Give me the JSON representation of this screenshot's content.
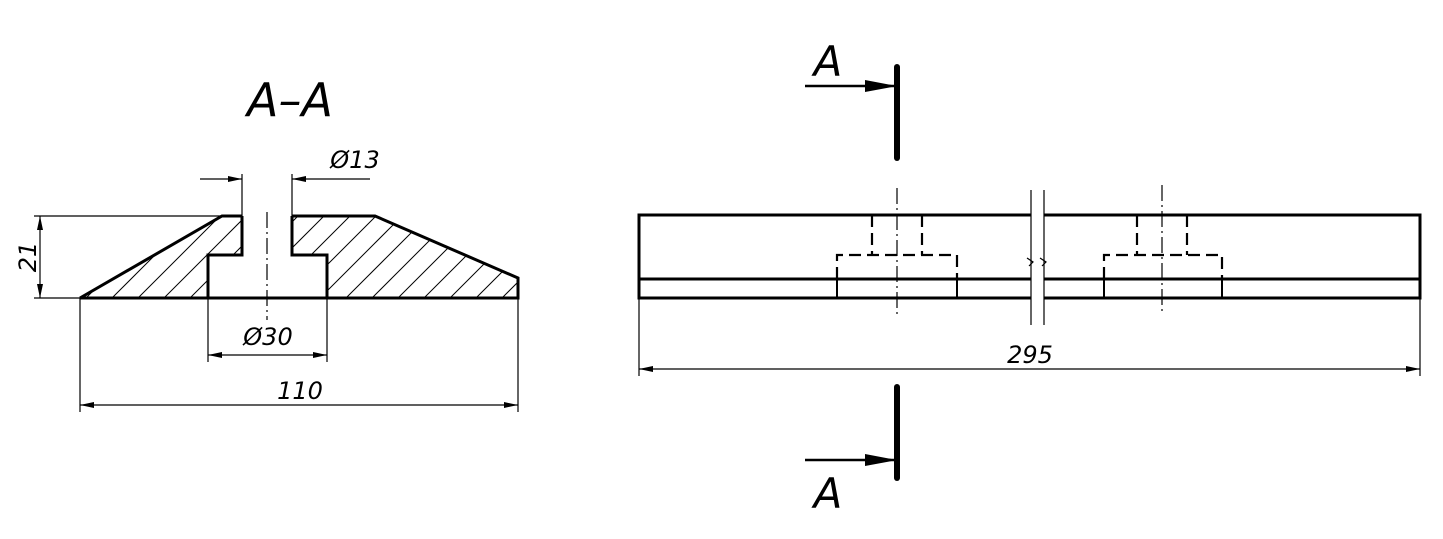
{
  "section_view": {
    "title": "A–A",
    "dims": {
      "hole_small": "Ø13",
      "hole_large": "Ø30",
      "height": "21",
      "width": "110"
    }
  },
  "front_view": {
    "dims": {
      "length": "295"
    },
    "section_marks": {
      "top": "A",
      "bottom": "A"
    }
  }
}
